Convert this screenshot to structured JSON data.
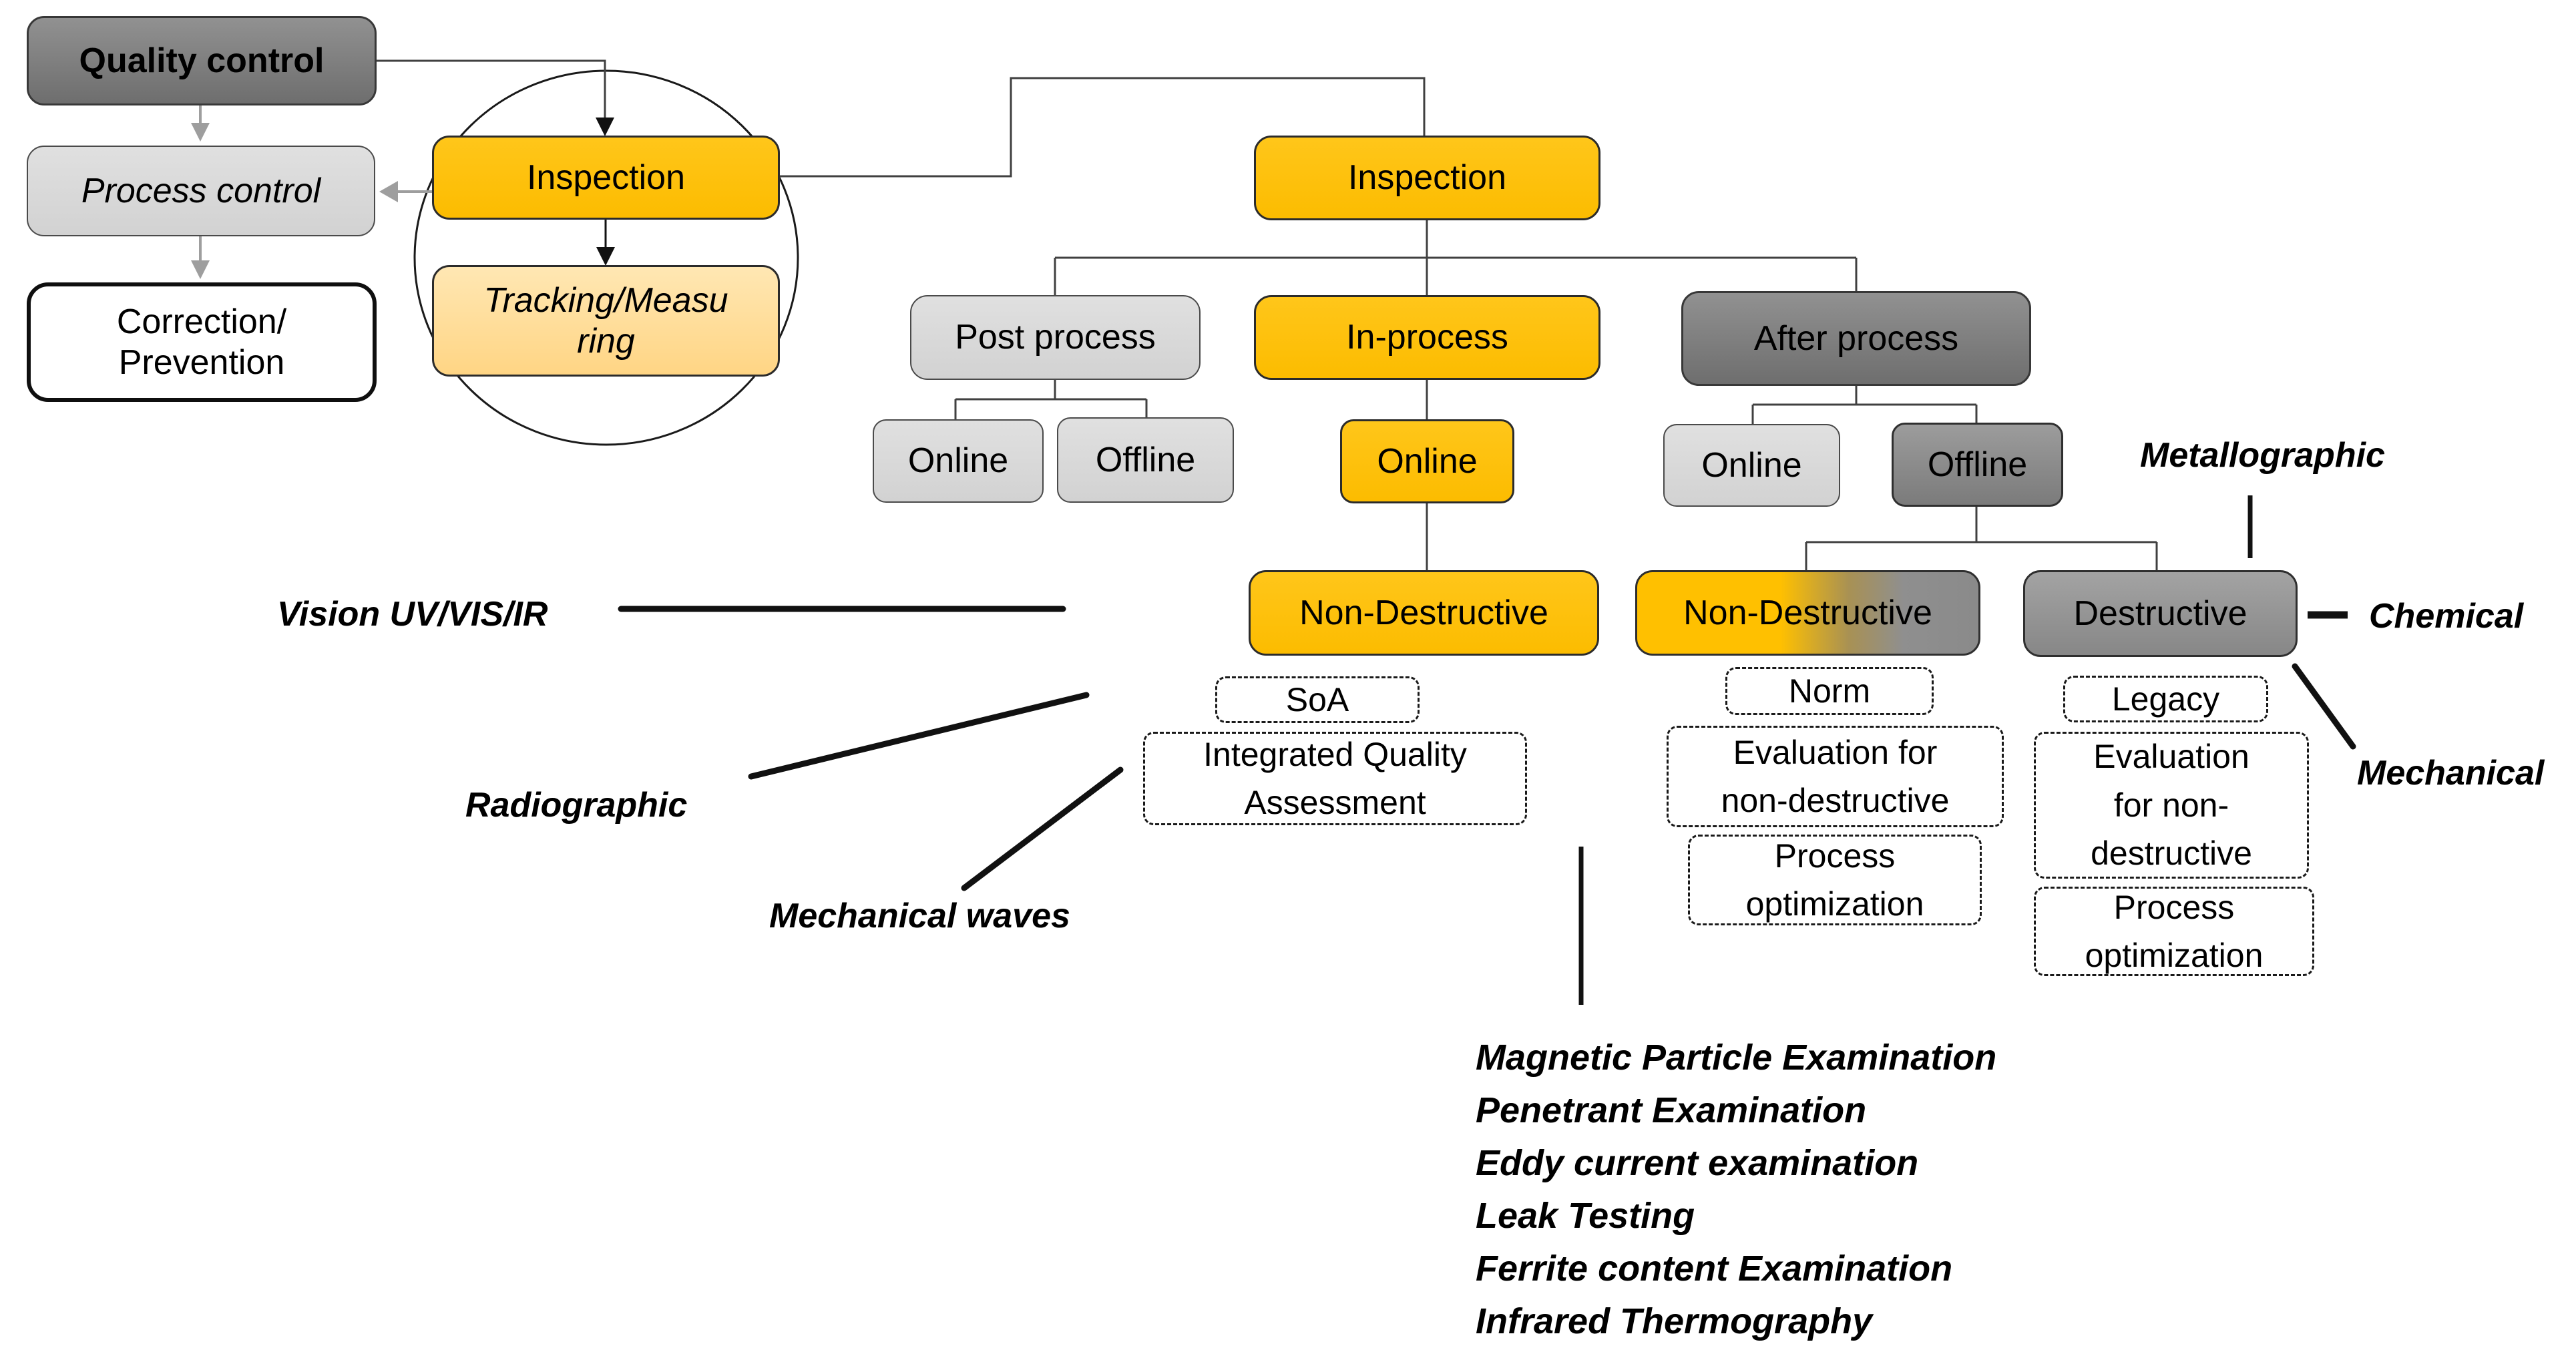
{
  "boxes": {
    "quality_control": "Quality control",
    "process_control": "Process control",
    "correction_prevention": "Correction/\nPrevention",
    "inspection_cycle": "Inspection",
    "tracking_measuring": "Tracking/Measu\nring",
    "inspection_root": "Inspection",
    "post_process": "Post process",
    "in_process": "In-process",
    "after_process": "After process",
    "post_online": "Online",
    "post_offline": "Offline",
    "in_online": "Online",
    "after_online": "Online",
    "after_offline": "Offline",
    "in_nondestructive": "Non-Destructive",
    "after_nondestructive": "Non-Destructive",
    "destructive": "Destructive"
  },
  "dashed_boxes": {
    "soa": "SoA",
    "integrated_quality_assessment": "Integrated Quality\nAssessment",
    "norm": "Norm",
    "evaluation_mid": "Evaluation for\nnon-destructive",
    "process_optimization_mid": "Process\noptimization",
    "legacy": "Legacy",
    "evaluation_right": "Evaluation\nfor non-\ndestructive",
    "process_optimization_right": "Process\noptimization"
  },
  "annotations": {
    "vision": "Vision UV/VIS/IR",
    "radiographic": "Radiographic",
    "mechanical_waves": "Mechanical waves",
    "metallographic": "Metallographic",
    "chemical": "Chemical",
    "mechanical": "Mechanical"
  },
  "ndt_methods": [
    "Magnetic Particle Examination",
    "Penetrant Examination",
    "Eddy current examination",
    "Leak Testing",
    "Ferrite content Examination",
    "Infrared Thermography"
  ],
  "colors": {
    "accent_orange": "#FFC000",
    "light_orange": "#FFD584",
    "light_gray": "#D9D9D9",
    "dark_gray": "#7F7F7F",
    "mid_gray": "#969696",
    "line_gray": "#404040",
    "arrow_gray": "#9E9E9E",
    "black": "#111111"
  }
}
